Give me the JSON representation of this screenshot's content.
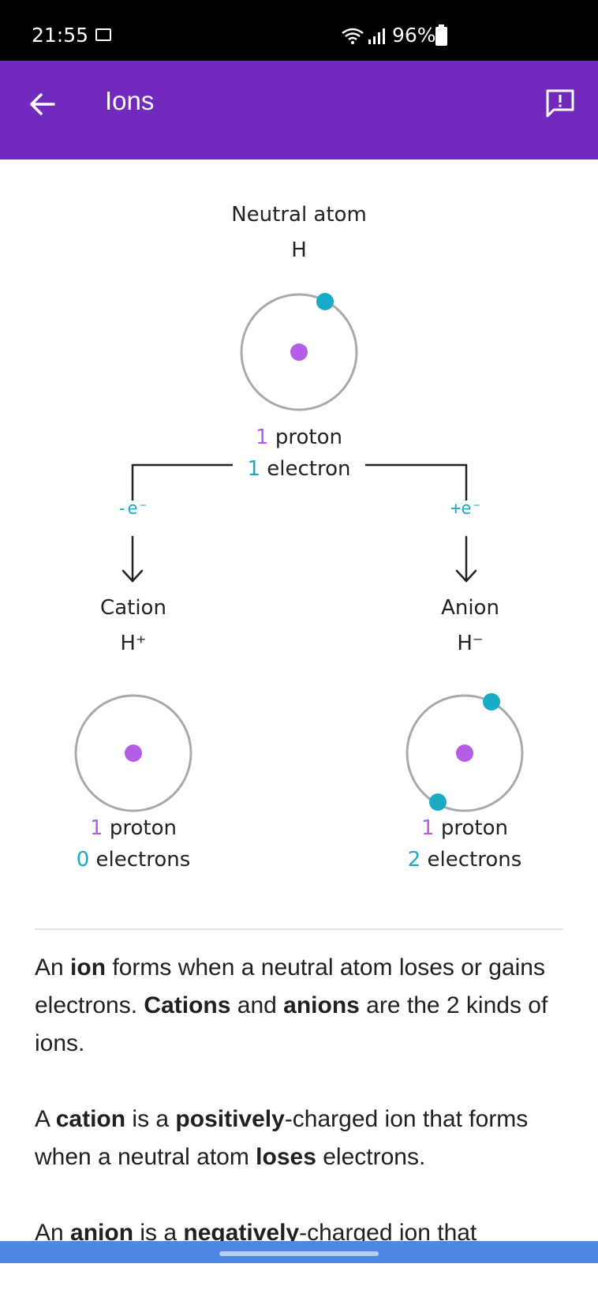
{
  "status": {
    "time": "21:55",
    "battery": "96%"
  },
  "app_bar": {
    "title": "Ions"
  },
  "diagram": {
    "neutral": {
      "title": "Neutral atom",
      "symbol": "H",
      "proton_count": "1",
      "proton_word": "proton",
      "electron_count": "1",
      "electron_word": "electron"
    },
    "left_arrow": "-e⁻",
    "right_arrow": "+e⁻",
    "cation": {
      "title": "Cation",
      "symbol": "H⁺",
      "proton_count": "1",
      "proton_word": "proton",
      "electron_count": "0",
      "electron_word": "electrons"
    },
    "anion": {
      "title": "Anion",
      "symbol": "H⁻",
      "proton_count": "1",
      "proton_word": "proton",
      "electron_count": "2",
      "electron_word": "electrons"
    },
    "colors": {
      "proton": "#b45ee8",
      "electron": "#19abc5",
      "orbit": "#a6aaae",
      "app_bar": "#7229bd"
    }
  },
  "content": {
    "p1": {
      "t1": "An ",
      "b1": "ion",
      "t2": " forms when a neutral atom loses or gains electrons. ",
      "b2": "Cations",
      "t3": " and ",
      "b3": "anions",
      "t4": " are the 2 kinds of ions."
    },
    "p2": {
      "t1": "A ",
      "b1": "cation",
      "t2": " is a ",
      "b2": "positively",
      "t3": "-charged ion that forms when a neutral atom ",
      "b3": "loses",
      "t4": " electrons."
    },
    "p3": {
      "t1": "An ",
      "b1": "anion",
      "t2": " is a ",
      "b2": "negatively",
      "t3": "-charged ion that"
    }
  }
}
